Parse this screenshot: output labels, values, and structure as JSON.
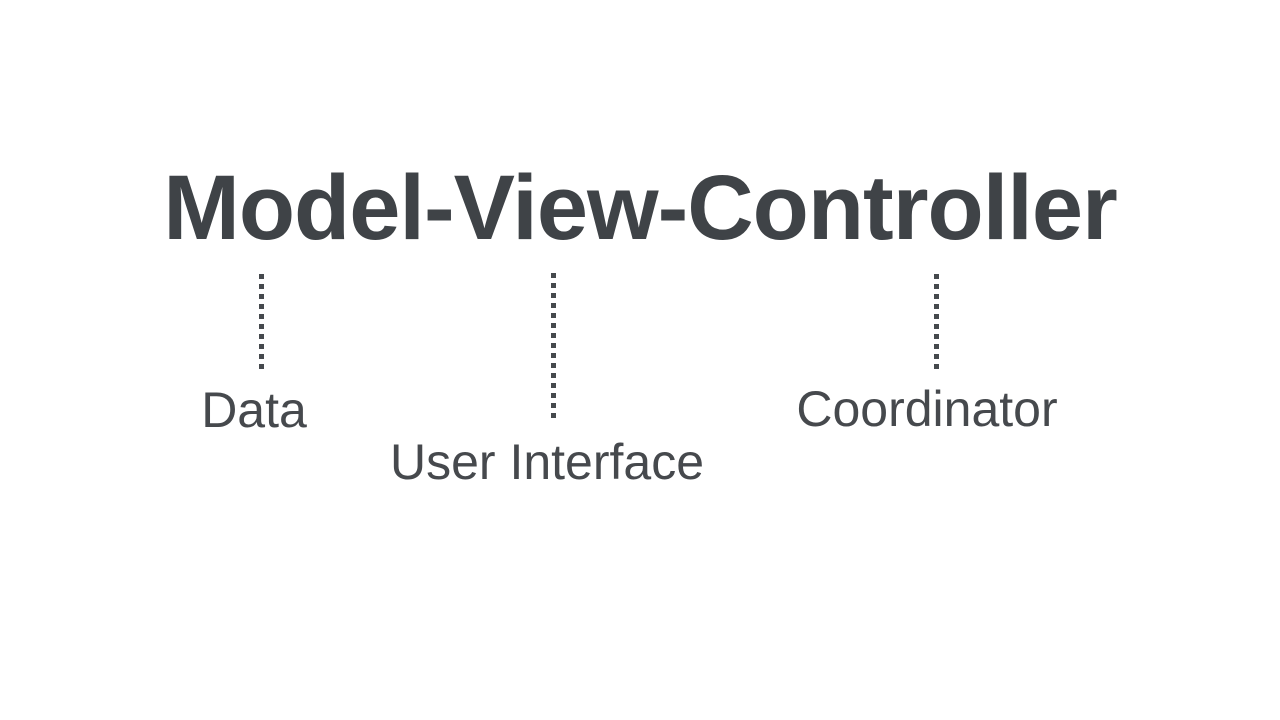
{
  "title": "Model-View-Controller",
  "annotations": [
    {
      "label": "Data",
      "for": "Model"
    },
    {
      "label": "User Interface",
      "for": "View"
    },
    {
      "label": "Coordinator",
      "for": "Controller"
    }
  ],
  "colors": {
    "background": "#ffffff",
    "title_text": "#3f4347",
    "annotation_text": "#46494d",
    "connector_dots": "#45494d"
  }
}
